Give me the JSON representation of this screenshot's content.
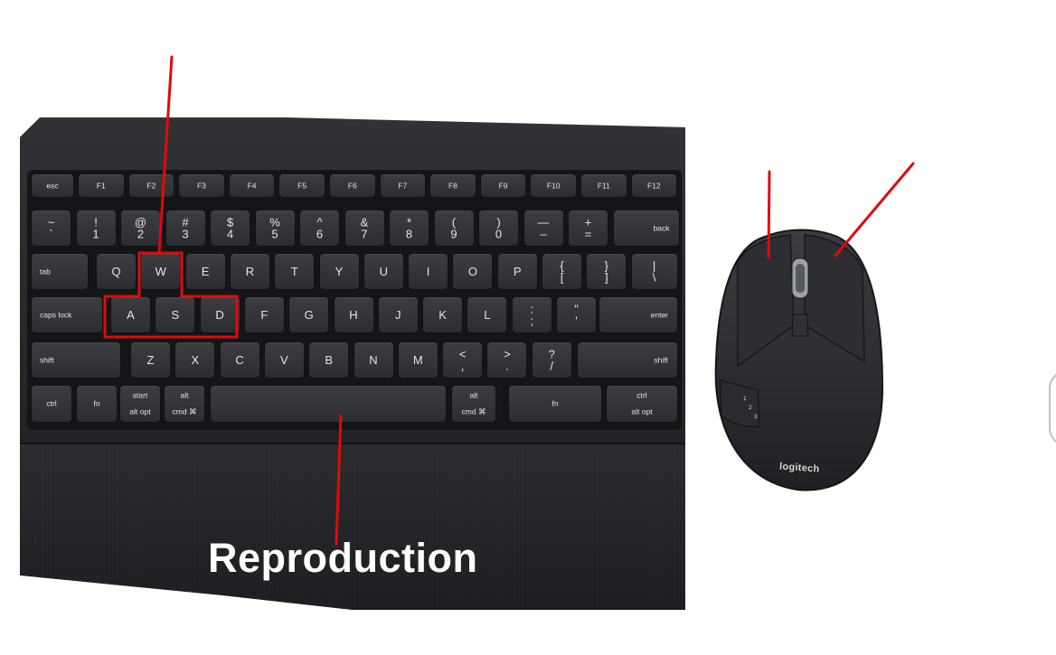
{
  "caption": "Reproduction",
  "mouse": {
    "brand": "logitech",
    "side_buttons": [
      "1",
      "2",
      "3"
    ]
  },
  "keyboard": {
    "fn_row": [
      "esc",
      "F1",
      "F2",
      "F3",
      "F4",
      "F5",
      "F6",
      "F7",
      "F8",
      "F9",
      "F10",
      "F11",
      "F12"
    ],
    "num_row": [
      "~\n`",
      "!\n1",
      "@\n2",
      "#\n3",
      "$\n4",
      "%\n5",
      "^\n6",
      "&\n7",
      "*\n8",
      "(\n9",
      ")\n0",
      "—\n–",
      "+\n=",
      "back"
    ],
    "top_row": [
      "tab",
      "Q",
      "W",
      "E",
      "R",
      "T",
      "Y",
      "U",
      "I",
      "O",
      "P",
      "{\n[",
      "}\n]",
      "|\n\\"
    ],
    "home_row": [
      "caps lock",
      "A",
      "S",
      "D",
      "F",
      "G",
      "H",
      "J",
      "K",
      "L",
      ":\n;",
      "\"\n'",
      "enter"
    ],
    "bottom_row": [
      "shift",
      "Z",
      "X",
      "C",
      "V",
      "B",
      "N",
      "M",
      "<\n,",
      ">\n.",
      "?\n/",
      "shift"
    ],
    "space_row": [
      "ctrl",
      "fn",
      "start\n\nalt opt",
      "alt\n\ncmd ⌘",
      "",
      "alt\n\ncmd ⌘",
      "fn",
      "ctrl\n\nalt opt"
    ]
  },
  "colors": {
    "highlight": "#e00a0a",
    "body": "#232427"
  }
}
